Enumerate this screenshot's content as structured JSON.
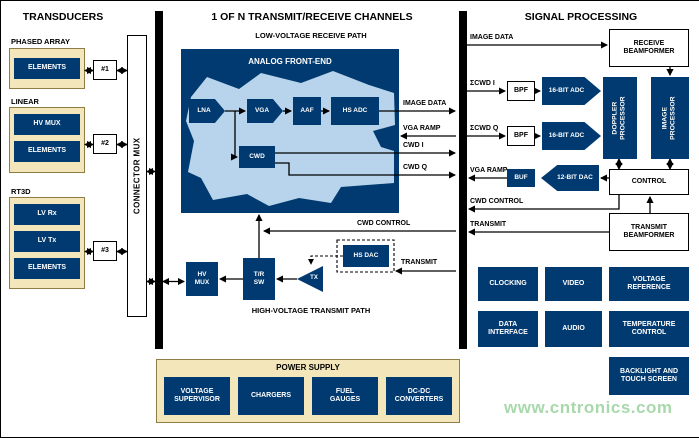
{
  "headers": {
    "left": "TRANSDUCERS",
    "center": "1 OF N TRANSMIT/RECEIVE CHANNELS",
    "right": "SIGNAL PROCESSING"
  },
  "transducers": {
    "groups": [
      {
        "label": "PHASED ARRAY",
        "blocks": [
          "ELEMENTS"
        ]
      },
      {
        "label": "LINEAR",
        "blocks": [
          "HV MUX",
          "ELEMENTS"
        ]
      },
      {
        "label": "RT3D",
        "blocks": [
          "LV Rx",
          "LV Tx",
          "ELEMENTS"
        ]
      }
    ],
    "ports": [
      "#1",
      "#2",
      "#3"
    ],
    "connector_mux": "CONNECTOR MUX"
  },
  "receive_path": {
    "title": "LOW-VOLTAGE RECEIVE PATH",
    "afe": {
      "title": "ANALOG FRONT-END",
      "lna": "LNA",
      "vga": "VGA",
      "aaf": "AAF",
      "hs_adc": "HS ADC",
      "cwd": "CWD"
    },
    "signals": {
      "image_data": "IMAGE DATA",
      "vga_ramp": "VGA RAMP",
      "cwd_i": "CWD I",
      "cwd_q": "CWD Q",
      "cwd_control": "CWD CONTROL"
    }
  },
  "transmit_path": {
    "title": "HIGH-VOLTAGE TRANSMIT PATH",
    "hv_mux": "HV MUX",
    "tr_sw": "T/R SW",
    "tx": "TX",
    "hs_dac": "HS DAC",
    "transmit": "TRANSMIT"
  },
  "signal_processing": {
    "image_data": "IMAGE DATA",
    "receive_beamformer": "RECEIVE BEAMFORMER",
    "sum_cwd_i": "ΣCWD I",
    "sum_cwd_q": "ΣCWD Q",
    "bpf": "BPF",
    "adc_16bit": "16-BIT ADC",
    "doppler_processor": "DOPPLER PROCESSOR",
    "image_processor": "IMAGE PROCESSOR",
    "vga_ramp": "VGA RAMP",
    "buf": "BUF",
    "dac_12bit": "12-BIT DAC",
    "control": "CONTROL",
    "cwd_control": "CWD CONTROL",
    "transmit": "TRANSMIT",
    "transmit_beamformer": "TRANSMIT BEAMFORMER",
    "aux_blocks": [
      "CLOCKING",
      "VIDEO",
      "VOLTAGE REFERENCE",
      "DATA INTERFACE",
      "AUDIO",
      "TEMPERATURE CONTROL",
      "BACKLIGHT AND TOUCH SCREEN"
    ]
  },
  "power_supply": {
    "title": "POWER SUPPLY",
    "blocks": [
      "VOLTAGE SUPERVISOR",
      "CHARGERS",
      "FUEL GAUGES",
      "DC-DC CONVERTERS"
    ]
  },
  "watermark": "www.cntronics.com",
  "colors": {
    "navy": "#003a70",
    "tan": "#f3e6bb",
    "tan_border": "#8f7d46",
    "blob": "#b7d4ec",
    "watermark_green": "#a8d8ab"
  }
}
